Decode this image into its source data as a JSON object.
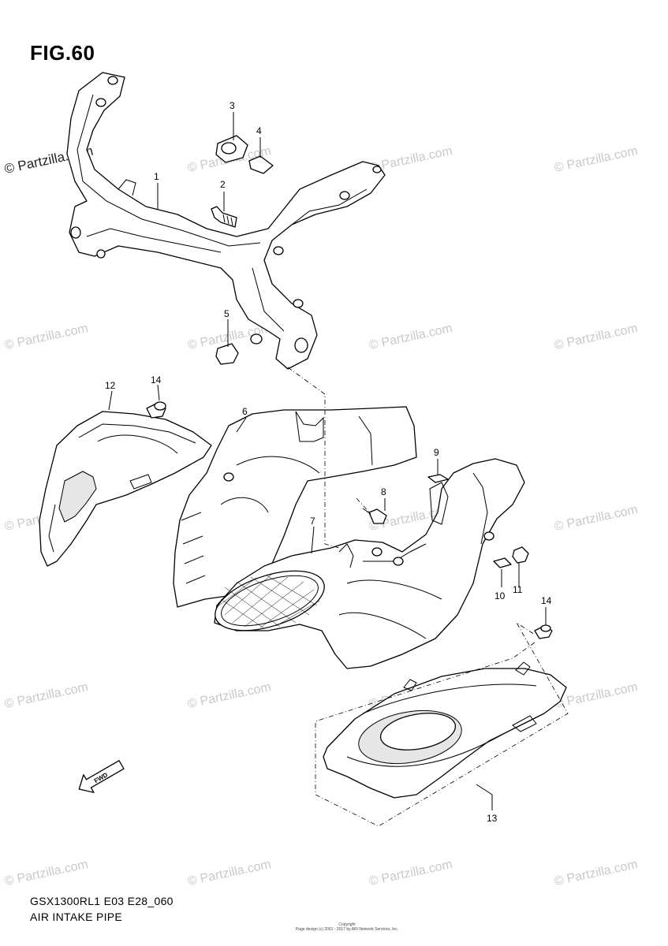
{
  "figure": {
    "title": "FIG.60"
  },
  "footer": {
    "model_code": "GSX1300RL1 E03 E28_060",
    "section_title": "AIR INTAKE PIPE"
  },
  "copyright": {
    "line1": "Copyright",
    "line2": "Page design (c) 2001 - 2017 by ARI Network Services, Inc."
  },
  "watermark": {
    "text": "© Partzilla.com"
  },
  "fwd_label": "FWD",
  "callouts": {
    "c1": "1",
    "c2": "2",
    "c3": "3",
    "c4": "4",
    "c5": "5",
    "c6": "6",
    "c7": "7",
    "c8": "8",
    "c9": "9",
    "c10": "10",
    "c11": "11",
    "c12": "12",
    "c13": "13",
    "c14a": "14",
    "c14b": "14"
  }
}
